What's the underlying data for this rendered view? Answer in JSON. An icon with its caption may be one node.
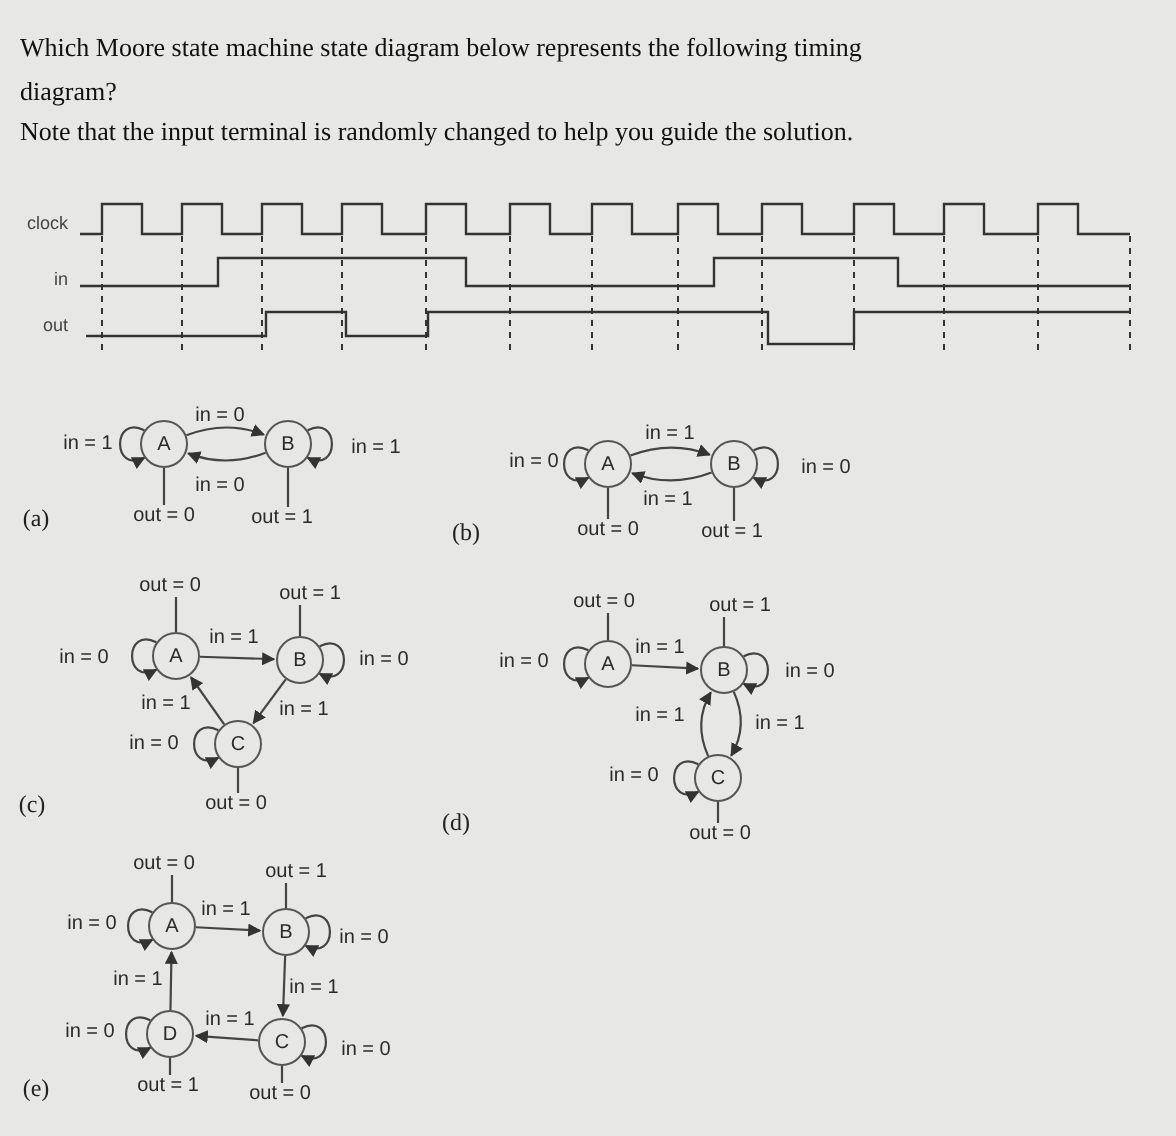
{
  "diagram": {
    "title": "Which Moore state machine state diagram below represents the following timing diagram?",
    "nodes": [
      {
        "text": [
          "A"
        ]
      },
      {
        "text": [
          "B"
        ]
      },
      {
        "text": [
          "out = 0"
        ]
      },
      {
        "text": [
          "out = 1"
        ]
      },
      {
        "text": [
          "A"
        ]
      },
      {
        "text": [
          "B"
        ]
      },
      {
        "text": [
          "out = 0"
        ]
      },
      {
        "text": [
          "out = 1"
        ]
      },
      {
        "text": [
          "out = 0"
        ]
      },
      {
        "text": [
          "out = 1"
        ]
      },
      {
        "text": [
          "A"
        ]
      },
      {
        "text": [
          "B"
        ]
      },
      {
        "text": [
          "C"
        ]
      },
      {
        "text": [
          "out = 0"
        ]
      },
      {
        "text": [
          "out = 0"
        ]
      },
      {
        "text": [
          "out = 1"
        ]
      },
      {
        "text": [
          "A"
        ]
      },
      {
        "text": [
          "B"
        ]
      },
      {
        "text": [
          "C"
        ]
      },
      {
        "text": [
          "out = 0"
        ]
      },
      {
        "text": [
          "out = 0"
        ]
      },
      {
        "text": [
          "out = 1"
        ]
      },
      {
        "text": [
          "A"
        ]
      },
      {
        "text": [
          "B"
        ]
      },
      {
        "text": [
          "D"
        ]
      },
      {
        "text": [
          "C"
        ]
      },
      {
        "text": [
          "out = 1"
        ]
      },
      {
        "text": [
          "out = 0"
        ]
      }
    ],
    "edges": [
      {
        "from": 0,
        "to": 0,
        "arrow": "to",
        "label": "in = 1"
      },
      {
        "from": 0,
        "to": 1,
        "arrow": "to",
        "label": "in = 0"
      },
      {
        "from": 1,
        "to": 0,
        "arrow": "to",
        "label": "in = 0"
      },
      {
        "from": 1,
        "to": 1,
        "arrow": "to",
        "label": "in = 1"
      },
      {
        "from": 0,
        "to": 2,
        "arrow": "none"
      },
      {
        "from": 1,
        "to": 3,
        "arrow": "none"
      },
      {
        "from": 4,
        "to": 4,
        "arrow": "to",
        "label": "in = 0"
      },
      {
        "from": 4,
        "to": 5,
        "arrow": "to",
        "label": "in = 1"
      },
      {
        "from": 5,
        "to": 4,
        "arrow": "to",
        "label": "in = 1"
      },
      {
        "from": 5,
        "to": 5,
        "arrow": "to",
        "label": "in = 0"
      },
      {
        "from": 4,
        "to": 6,
        "arrow": "none"
      },
      {
        "from": 5,
        "to": 7,
        "arrow": "none"
      },
      {
        "from": 10,
        "to": 8,
        "arrow": "none"
      },
      {
        "from": 11,
        "to": 9,
        "arrow": "none"
      },
      {
        "from": 10,
        "to": 10,
        "arrow": "to",
        "label": "in = 0"
      },
      {
        "from": 10,
        "to": 11,
        "arrow": "to",
        "label": "in = 1"
      },
      {
        "from": 11,
        "to": 11,
        "arrow": "to",
        "label": "in = 0"
      },
      {
        "from": 11,
        "to": 12,
        "arrow": "to",
        "label": "in = 1"
      },
      {
        "from": 12,
        "to": 10,
        "arrow": "to",
        "label": "in = 1"
      },
      {
        "from": 12,
        "to": 12,
        "arrow": "to",
        "label": "in = 0"
      },
      {
        "from": 12,
        "to": 13,
        "arrow": "none"
      },
      {
        "from": 16,
        "to": 14,
        "arrow": "none"
      },
      {
        "from": 17,
        "to": 15,
        "arrow": "none"
      },
      {
        "from": 16,
        "to": 16,
        "arrow": "to",
        "label": "in = 0"
      },
      {
        "from": 16,
        "to": 17,
        "arrow": "to",
        "label": "in = 1"
      },
      {
        "from": 17,
        "to": 17,
        "arrow": "to",
        "label": "in = 0"
      },
      {
        "from": 17,
        "to": 18,
        "arrow": "to",
        "label": "in = 1"
      },
      {
        "from": 18,
        "to": 17,
        "arrow": "to",
        "label": "in = 1"
      },
      {
        "from": 18,
        "to": 18,
        "arrow": "to",
        "label": "in = 0"
      },
      {
        "from": 18,
        "to": 19,
        "arrow": "none"
      },
      {
        "from": 22,
        "to": 20,
        "arrow": "none"
      },
      {
        "from": 23,
        "to": 21,
        "arrow": "none"
      },
      {
        "from": 22,
        "to": 22,
        "arrow": "to",
        "label": "in = 0"
      },
      {
        "from": 22,
        "to": 23,
        "arrow": "to",
        "label": "in = 1"
      },
      {
        "from": 23,
        "to": 23,
        "arrow": "to",
        "label": "in = 0"
      },
      {
        "from": 23,
        "to": 25,
        "arrow": "to",
        "label": "in = 1"
      },
      {
        "from": 25,
        "to": 25,
        "arrow": "to",
        "label": "in = 0"
      },
      {
        "from": 25,
        "to": 24,
        "arrow": "to",
        "label": "in = 1"
      },
      {
        "from": 24,
        "to": 24,
        "arrow": "to",
        "label": "in = 0"
      },
      {
        "from": 24,
        "to": 22,
        "arrow": "to",
        "label": "in = 1"
      },
      {
        "from": 24,
        "to": 26,
        "arrow": "none"
      },
      {
        "from": 25,
        "to": 27,
        "arrow": "none"
      }
    ],
    "labels": [
      "Note that the input terminal is randomly changed to help you guide the solution.",
      "clock",
      "in",
      "out",
      "(a)",
      "(b)",
      "(c)",
      "(d)",
      "(e)"
    ]
  }
}
